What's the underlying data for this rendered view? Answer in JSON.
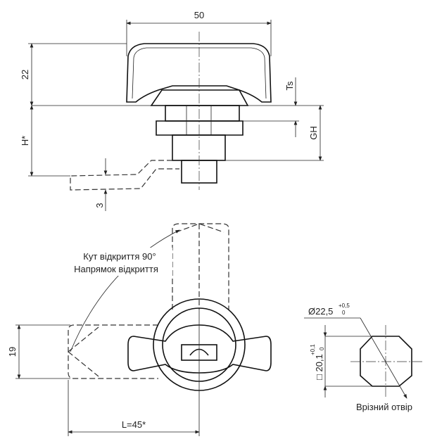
{
  "side_view": {
    "width_dim": "50",
    "handle_height_dim": "22",
    "h_dim": "H*",
    "ts_dim": "Ts",
    "gh_dim": "GH",
    "offset_dim": "3"
  },
  "front_view": {
    "angle_label": "Кут відкриття 90°",
    "direction_label": "Напрямок відкриття",
    "height_dim": "19",
    "length_dim": "L=45*"
  },
  "cutout": {
    "diameter": "Ø22,5",
    "diameter_tol_upper": "+0,5",
    "diameter_tol_lower": "0",
    "square": "□ 20,1",
    "square_tol_upper": "+0,1",
    "square_tol_lower": "0",
    "label": "Врізний отвір"
  },
  "colors": {
    "line": "#111111",
    "background": "#ffffff"
  }
}
